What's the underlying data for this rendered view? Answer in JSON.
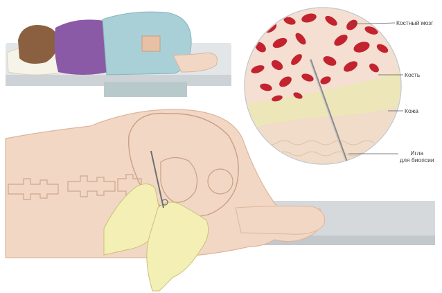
{
  "labels": {
    "marrow": "Костный мозг",
    "bone": "Кость",
    "skin": "Кожа",
    "needle_line1": "Игла",
    "needle_line2": "для биопсии"
  },
  "colors": {
    "skin": "#f2d7c4",
    "skin_shadow": "#e6bfa5",
    "gown": "#a9d0d6",
    "shirt": "#8b5aa6",
    "hair": "#8a6040",
    "bed": "#cfd4d8",
    "marrow_red": "#c3232e",
    "bone": "#ece6b8",
    "glove": "#f4efb4",
    "needle": "#8c8c8c"
  }
}
